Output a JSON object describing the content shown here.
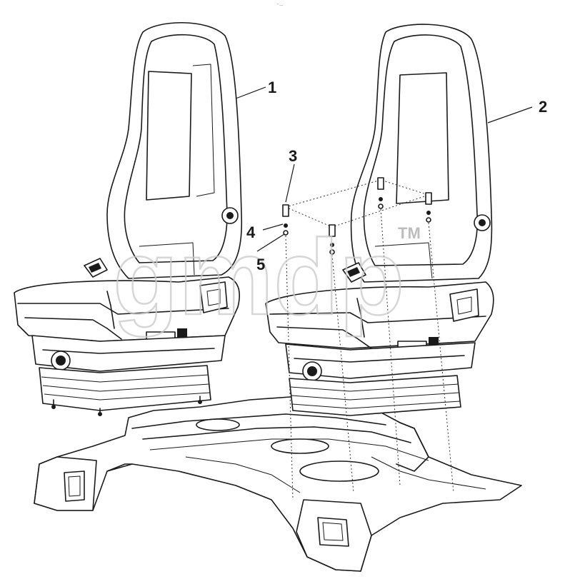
{
  "callouts": {
    "label_1": "1",
    "label_2": "2",
    "label_3": "3",
    "label_4": "4",
    "label_5": "5"
  },
  "watermark": {
    "text": "gmdp",
    "trademark": "TM"
  },
  "header_mark": "\" ---"
}
